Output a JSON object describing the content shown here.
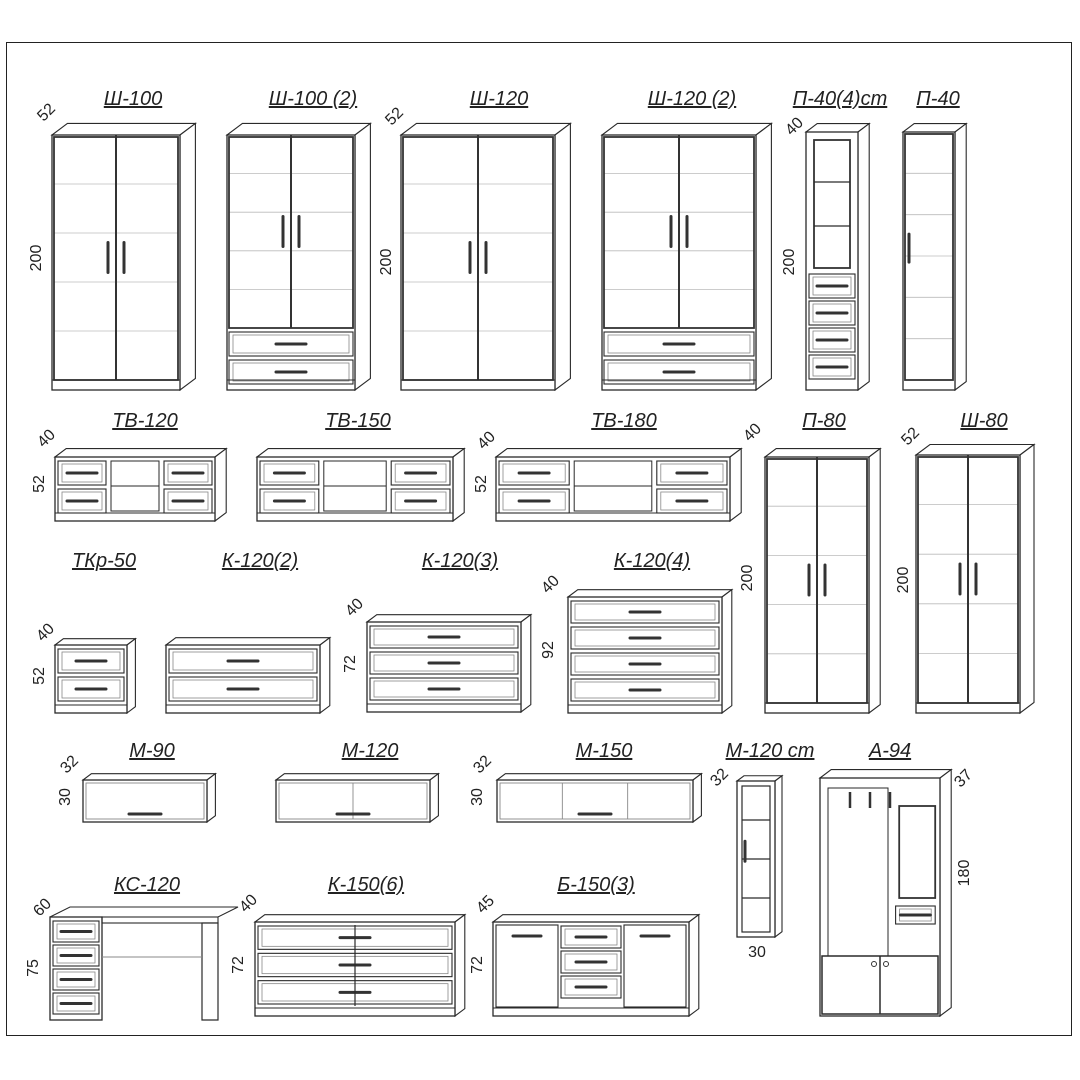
{
  "items": [
    {
      "id": "sh-100",
      "label": "Ш-100",
      "dims": [
        "52",
        "200"
      ]
    },
    {
      "id": "sh-100-2",
      "label": "Ш-100 (2)",
      "dims": []
    },
    {
      "id": "sh-120",
      "label": "Ш-120",
      "dims": [
        "52",
        "200"
      ]
    },
    {
      "id": "sh-120-2",
      "label": "Ш-120 (2)",
      "dims": []
    },
    {
      "id": "p-40-4st",
      "label": "П-40(4)ст",
      "dims": [
        "40",
        "200"
      ]
    },
    {
      "id": "p-40",
      "label": "П-40",
      "dims": []
    },
    {
      "id": "tv-120",
      "label": "ТВ-120",
      "dims": [
        "40",
        "52"
      ]
    },
    {
      "id": "tv-150",
      "label": "ТВ-150",
      "dims": []
    },
    {
      "id": "tv-180",
      "label": "ТВ-180",
      "dims": [
        "40",
        "52"
      ]
    },
    {
      "id": "p-80",
      "label": "П-80",
      "dims": [
        "40",
        "200"
      ]
    },
    {
      "id": "sh-80",
      "label": "Ш-80",
      "dims": [
        "52",
        "200"
      ]
    },
    {
      "id": "tkr-50",
      "label": "ТКр-50",
      "dims": [
        "40",
        "52"
      ]
    },
    {
      "id": "k-120-2",
      "label": "К-120(2)",
      "dims": []
    },
    {
      "id": "k-120-3",
      "label": "К-120(3)",
      "dims": [
        "40",
        "72"
      ]
    },
    {
      "id": "k-120-4",
      "label": "К-120(4)",
      "dims": [
        "40",
        "92"
      ]
    },
    {
      "id": "m-90",
      "label": "М-90",
      "dims": [
        "32",
        "30"
      ]
    },
    {
      "id": "m-120",
      "label": "М-120",
      "dims": []
    },
    {
      "id": "m-150",
      "label": "М-150",
      "dims": [
        "32",
        "30"
      ]
    },
    {
      "id": "m-120-st",
      "label": "М-120 ст",
      "dims": [
        "32",
        "30"
      ]
    },
    {
      "id": "a-94",
      "label": "А-94",
      "dims": [
        "37",
        "180"
      ]
    },
    {
      "id": "ks-120",
      "label": "КС-120",
      "dims": [
        "60",
        "75"
      ]
    },
    {
      "id": "k-150-6",
      "label": "К-150(6)",
      "dims": [
        "40",
        "72"
      ]
    },
    {
      "id": "b-150-3",
      "label": "Б-150(3)",
      "dims": [
        "45",
        "72"
      ]
    }
  ]
}
